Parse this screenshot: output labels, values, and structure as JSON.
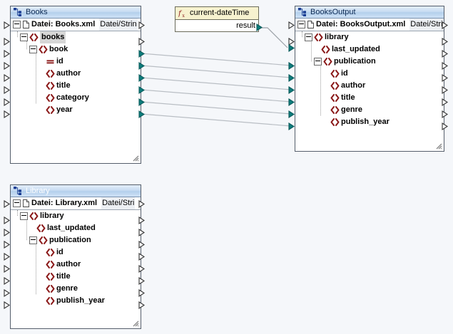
{
  "canvas": {
    "background": "#f5f7fa",
    "accent_connector": "#0d7d7d",
    "node_red": "#8b1a1a",
    "title_text_active": "#0c2a53"
  },
  "components": [
    {
      "id": "books",
      "title": "Books",
      "title_icon": "schema-icon",
      "state": "active",
      "root": {
        "label": "Datei: Books.xml",
        "mode": "Datei/Strin",
        "icon": "file-icon"
      },
      "nodes": [
        {
          "label": "books",
          "kind": "element",
          "depth": 1,
          "expandable": true,
          "selected": true
        },
        {
          "label": "book",
          "kind": "element",
          "depth": 2,
          "expandable": true,
          "selected": false
        },
        {
          "label": "id",
          "kind": "attribute",
          "depth": 3,
          "expandable": false,
          "selected": false
        },
        {
          "label": "author",
          "kind": "element",
          "depth": 3,
          "expandable": false,
          "selected": false
        },
        {
          "label": "title",
          "kind": "element",
          "depth": 3,
          "expandable": false,
          "selected": false
        },
        {
          "label": "category",
          "kind": "element",
          "depth": 3,
          "expandable": false,
          "selected": false
        },
        {
          "label": "year",
          "kind": "element",
          "depth": 3,
          "expandable": false,
          "selected": false
        }
      ]
    },
    {
      "id": "booksoutput",
      "title": "BooksOutput",
      "title_icon": "schema-icon",
      "state": "active",
      "root": {
        "label": "Datei: BooksOutput.xml",
        "mode": "Datei/Stri",
        "icon": "file-icon"
      },
      "nodes": [
        {
          "label": "library",
          "kind": "element",
          "depth": 1,
          "expandable": true,
          "selected": false
        },
        {
          "label": "last_updated",
          "kind": "element",
          "depth": 2,
          "expandable": false,
          "selected": false
        },
        {
          "label": "publication",
          "kind": "element",
          "depth": 2,
          "expandable": true,
          "selected": false
        },
        {
          "label": "id",
          "kind": "element",
          "depth": 3,
          "expandable": false,
          "selected": false
        },
        {
          "label": "author",
          "kind": "element",
          "depth": 3,
          "expandable": false,
          "selected": false
        },
        {
          "label": "title",
          "kind": "element",
          "depth": 3,
          "expandable": false,
          "selected": false
        },
        {
          "label": "genre",
          "kind": "element",
          "depth": 3,
          "expandable": false,
          "selected": false
        },
        {
          "label": "publish_year",
          "kind": "element",
          "depth": 3,
          "expandable": false,
          "selected": false
        }
      ]
    },
    {
      "id": "library",
      "title": "Library",
      "title_icon": "schema-icon",
      "state": "inactive",
      "root": {
        "label": "Datei: Library.xml",
        "mode": "Datei/Stri",
        "icon": "file-icon"
      },
      "nodes": [
        {
          "label": "library",
          "kind": "element",
          "depth": 1,
          "expandable": true,
          "selected": false
        },
        {
          "label": "last_updated",
          "kind": "element",
          "depth": 2,
          "expandable": false,
          "selected": false
        },
        {
          "label": "publication",
          "kind": "element",
          "depth": 2,
          "expandable": true,
          "selected": false
        },
        {
          "label": "id",
          "kind": "element",
          "depth": 3,
          "expandable": false,
          "selected": false
        },
        {
          "label": "author",
          "kind": "element",
          "depth": 3,
          "expandable": false,
          "selected": false
        },
        {
          "label": "title",
          "kind": "element",
          "depth": 3,
          "expandable": false,
          "selected": false
        },
        {
          "label": "genre",
          "kind": "element",
          "depth": 3,
          "expandable": false,
          "selected": false
        },
        {
          "label": "publish_year",
          "kind": "element",
          "depth": 3,
          "expandable": false,
          "selected": false
        }
      ]
    }
  ],
  "function_block": {
    "name": "current-dateTime",
    "icon": "fx-icon",
    "output_label": "result"
  },
  "connections": [
    {
      "from": "function.result",
      "to": "booksoutput.last_updated"
    },
    {
      "from": "books.books",
      "to": "booksoutput.publication"
    },
    {
      "from": "books.book",
      "to": "booksoutput.id"
    },
    {
      "from": "books.id",
      "to": "booksoutput.author"
    },
    {
      "from": "books.author",
      "to": "booksoutput.title"
    },
    {
      "from": "books.title",
      "to": "booksoutput.genre"
    },
    {
      "from": "books.category",
      "to": "booksoutput.publish_year"
    }
  ]
}
